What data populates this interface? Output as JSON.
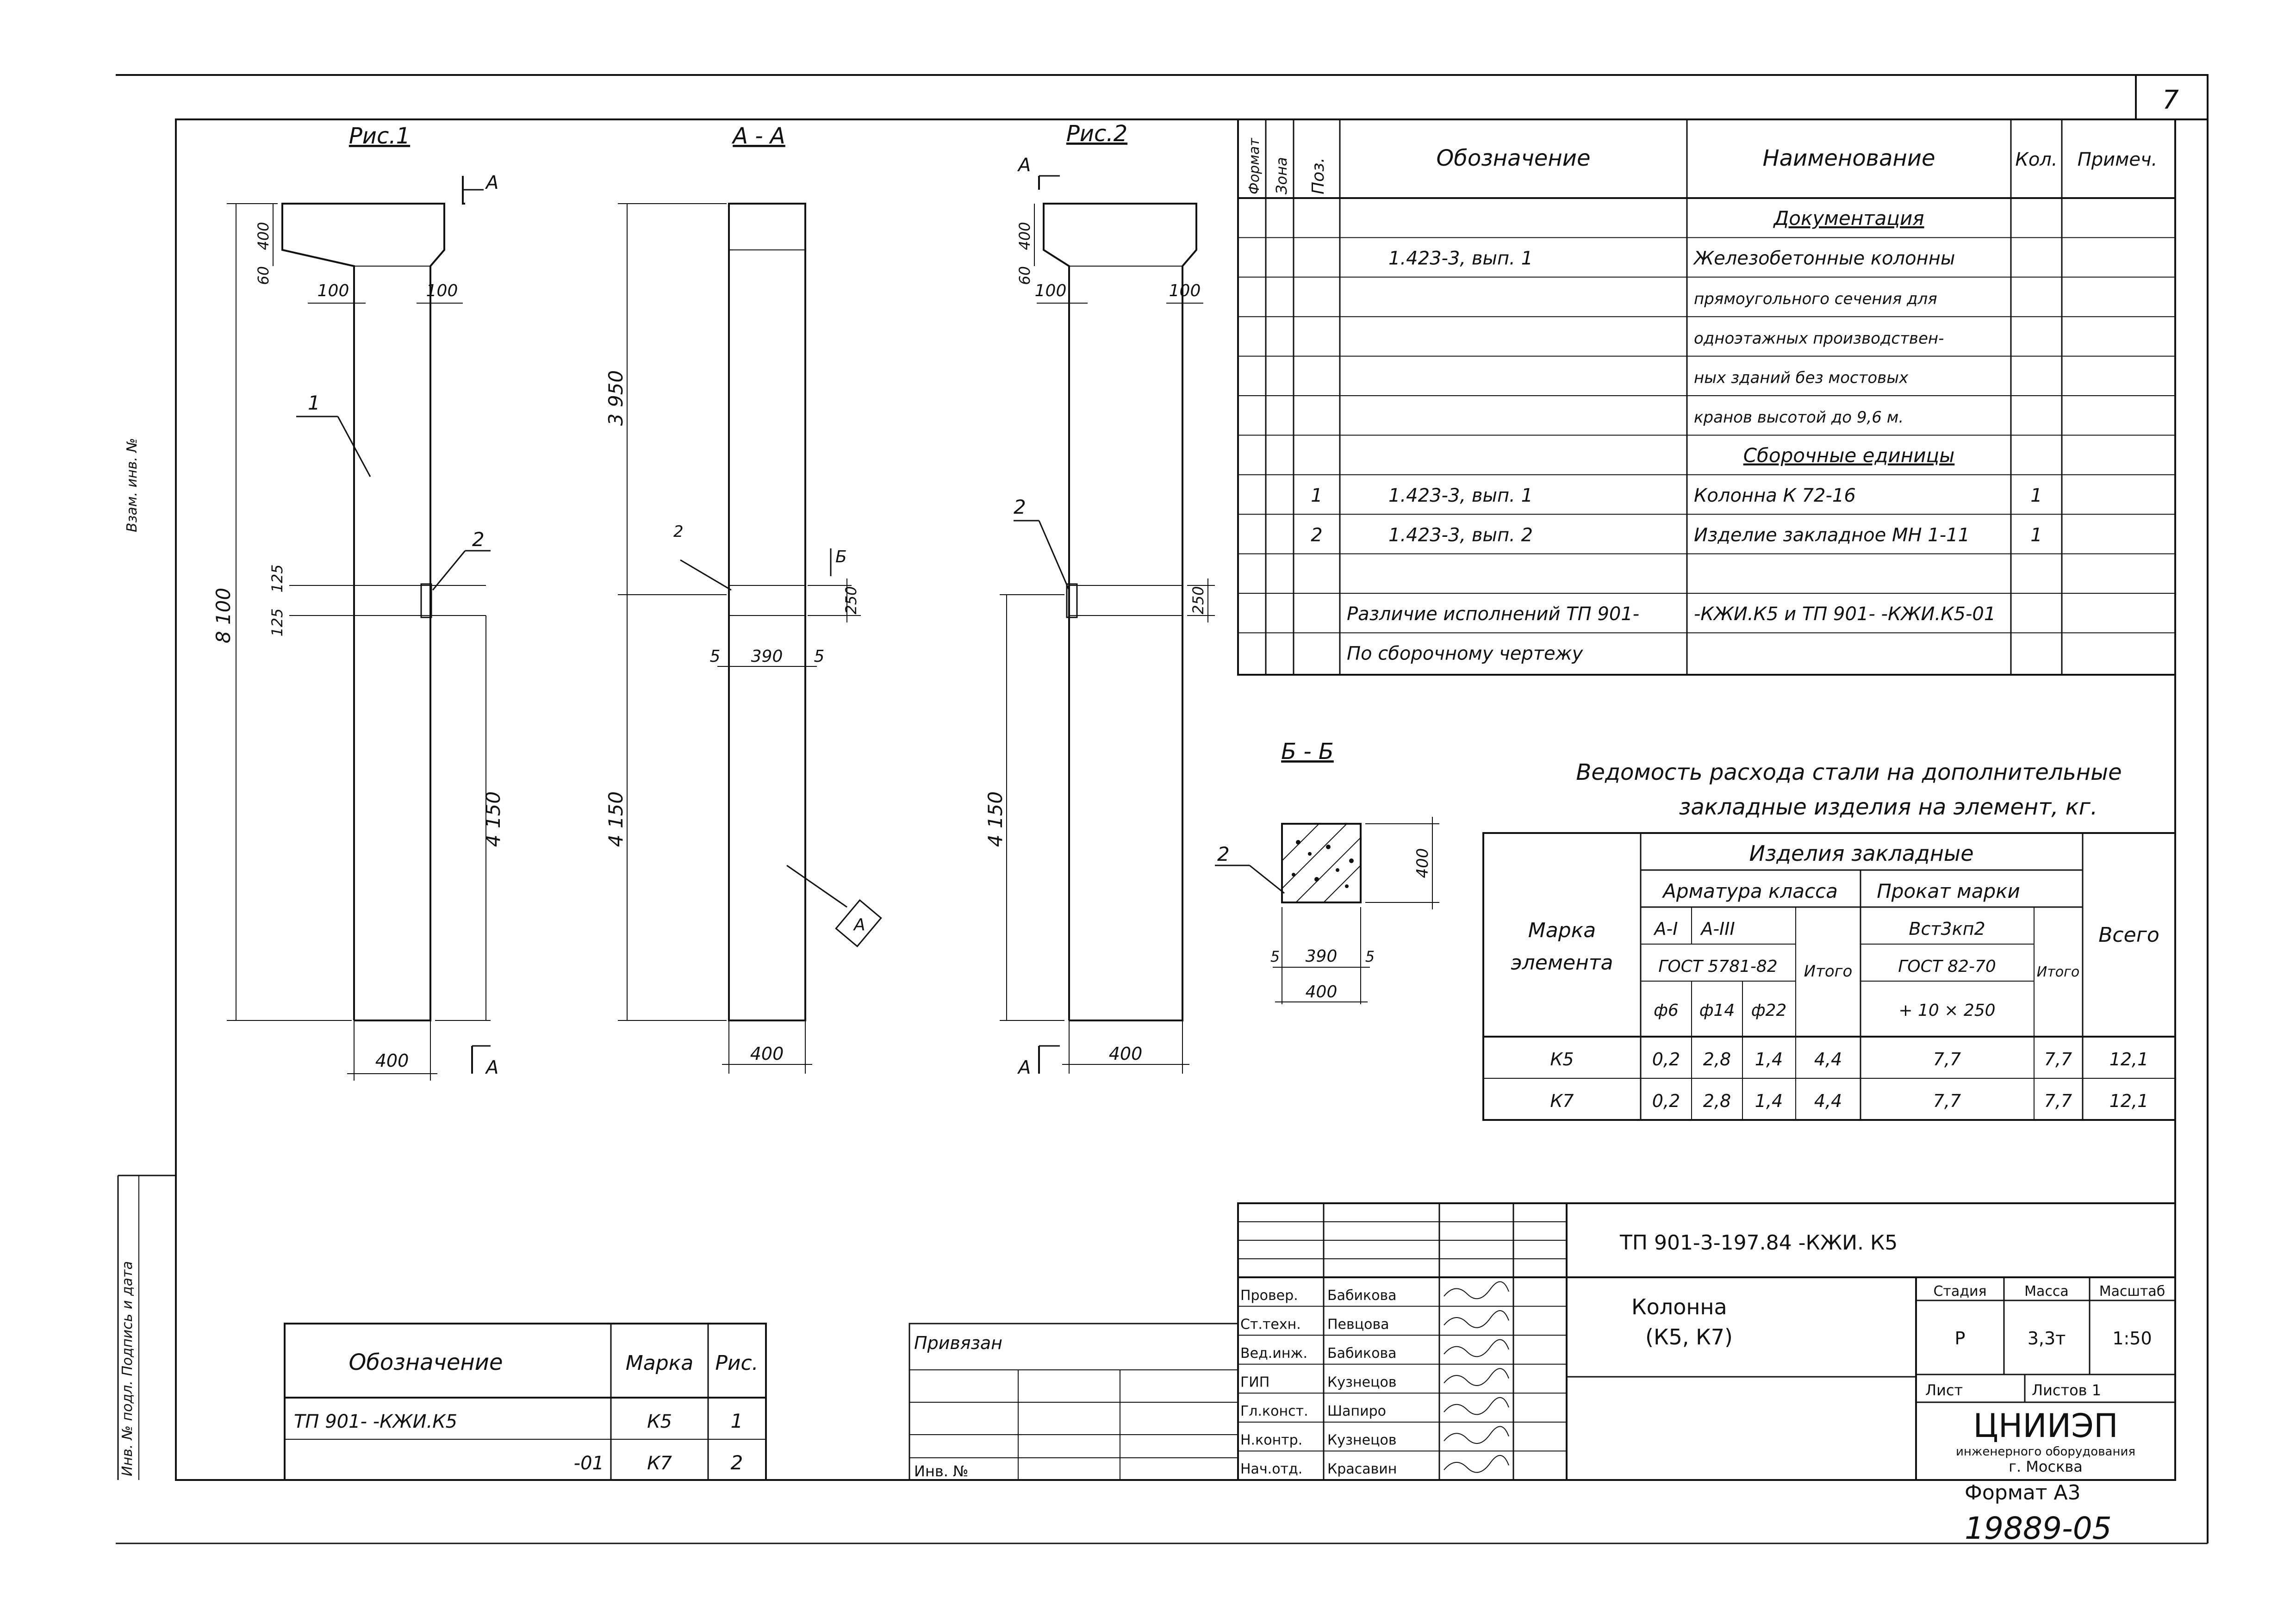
{
  "sheet": {
    "number": "7",
    "format": "Формат А3",
    "archive_no": "19889-05",
    "side_stamp_1": "Инв. № подл. Подпись и дата",
    "side_stamp_2": "Взам. инв. №"
  },
  "figures": {
    "fig1_title": "Рис.1",
    "section_aa_title": "А - А",
    "fig2_title": "Рис.2",
    "section_bb_title": "Б - Б",
    "cut_label_a": "А",
    "cut_label_b": "Б",
    "pos1": "1",
    "pos2": "2",
    "dims": {
      "d8100": "8 100",
      "d3950": "3 950",
      "d4150": "4 150",
      "d400": "400",
      "d390": "390",
      "d5": "5",
      "d60": "60",
      "d100": "100",
      "d125": "125",
      "d250": "250"
    }
  },
  "spec": {
    "headers": [
      "Формат",
      "Зона",
      "Поз.",
      "Обозначение",
      "Наименование",
      "Кол.",
      "Примеч."
    ],
    "rows": [
      {
        "pos": "",
        "designation": "",
        "name": "Документация",
        "qty": "",
        "note": "",
        "heading": true
      },
      {
        "pos": "",
        "designation": "1.423-3, вып. 1",
        "name": "Железобетонные колонны",
        "qty": "",
        "note": ""
      },
      {
        "pos": "",
        "designation": "",
        "name": "прямоугольного сечения для",
        "qty": "",
        "note": ""
      },
      {
        "pos": "",
        "designation": "",
        "name": "одноэтажных производствен-",
        "qty": "",
        "note": ""
      },
      {
        "pos": "",
        "designation": "",
        "name": "ных зданий без мостовых",
        "qty": "",
        "note": ""
      },
      {
        "pos": "",
        "designation": "",
        "name": "кранов высотой до 9,6 м.",
        "qty": "",
        "note": ""
      },
      {
        "pos": "",
        "designation": "",
        "name": "Сборочные единицы",
        "qty": "",
        "note": "",
        "heading": true
      },
      {
        "pos": "1",
        "designation": "1.423-3, вып. 1",
        "name": "Колонна        К 72-16",
        "qty": "1",
        "note": ""
      },
      {
        "pos": "2",
        "designation": "1.423-3, вып. 2",
        "name": "Изделие закладное МН 1-11",
        "qty": "1",
        "note": ""
      },
      {
        "pos": "",
        "designation": "",
        "name": "",
        "qty": "",
        "note": ""
      },
      {
        "pos": "",
        "designation": "Различие исполнений ТП 901-",
        "name": "-КЖИ.К5 и ТП 901-      -КЖИ.К5-01",
        "qty": "",
        "note": ""
      },
      {
        "pos": "",
        "designation": "По сборочному чертежу",
        "name": "",
        "qty": "",
        "note": ""
      }
    ]
  },
  "steel": {
    "title_line1": "Ведомость расхода стали на дополнительные",
    "title_line2": "закладные изделия на элемент, кг.",
    "h_mark": "Марка элемента",
    "h_embedded": "Изделия закладные",
    "h_rebar": "Арматура класса",
    "h_rolled": "Прокат марки",
    "h_total": "Всего",
    "h_ai": "А-I",
    "h_aiii": "А-III",
    "h_itogo": "Итого",
    "h_gost_rebar": "ГОСТ 5781-82",
    "h_vst": "Вст3кп2",
    "h_gost_rolled": "ГОСТ 82-70",
    "h_d6": "ф6",
    "h_d14": "ф14",
    "h_d22": "ф22",
    "h_plate": "+ 10 × 250",
    "rows": [
      {
        "mark": "К5",
        "d6": "0,2",
        "d14": "2,8",
        "d22": "1,4",
        "sum1": "4,4",
        "rolled": "7,7",
        "sum2": "7,7",
        "total": "12,1"
      },
      {
        "mark": "К7",
        "d6": "0,2",
        "d14": "2,8",
        "d22": "1,4",
        "sum1": "4,4",
        "rolled": "7,7",
        "sum2": "7,7",
        "total": "12,1"
      }
    ]
  },
  "variants": {
    "h_designation": "Обозначение",
    "h_mark": "Марка",
    "h_fig": "Рис.",
    "rows": [
      {
        "designation": "ТП 901-        -КЖИ.К5",
        "mark": "К5",
        "fig": "1"
      },
      {
        "designation": "-01",
        "mark": "К7",
        "fig": "2"
      }
    ]
  },
  "binding": {
    "linked": "Привязан",
    "inv": "Инв. №"
  },
  "title_block": {
    "code": "ТП 901-3-197.84      -КЖИ. К5",
    "name_line1": "Колонна",
    "name_line2": "(К5, К7)",
    "h_stage": "Стадия",
    "h_mass": "Масса",
    "h_scale": "Масштаб",
    "stage": "Р",
    "mass": "3,3т",
    "scale": "1:50",
    "sheet_label": "Лист",
    "sheets_label": "Листов 1",
    "org_name": "ЦНИИЭП",
    "org_line2": "инженерного оборудования",
    "org_line3": "г. Москва",
    "signers": [
      {
        "role": "Провер.",
        "name": "Бабикова"
      },
      {
        "role": "Ст.техн.",
        "name": "Певцова"
      },
      {
        "role": "Вед.инж.",
        "name": "Бабикова"
      },
      {
        "role": "ГИП",
        "name": "Кузнецов"
      },
      {
        "role": "Гл.конст.",
        "name": "Шапиро"
      },
      {
        "role": "Н.контр.",
        "name": "Кузнецов"
      },
      {
        "role": "Нач.отд.",
        "name": "Красавин"
      }
    ]
  }
}
